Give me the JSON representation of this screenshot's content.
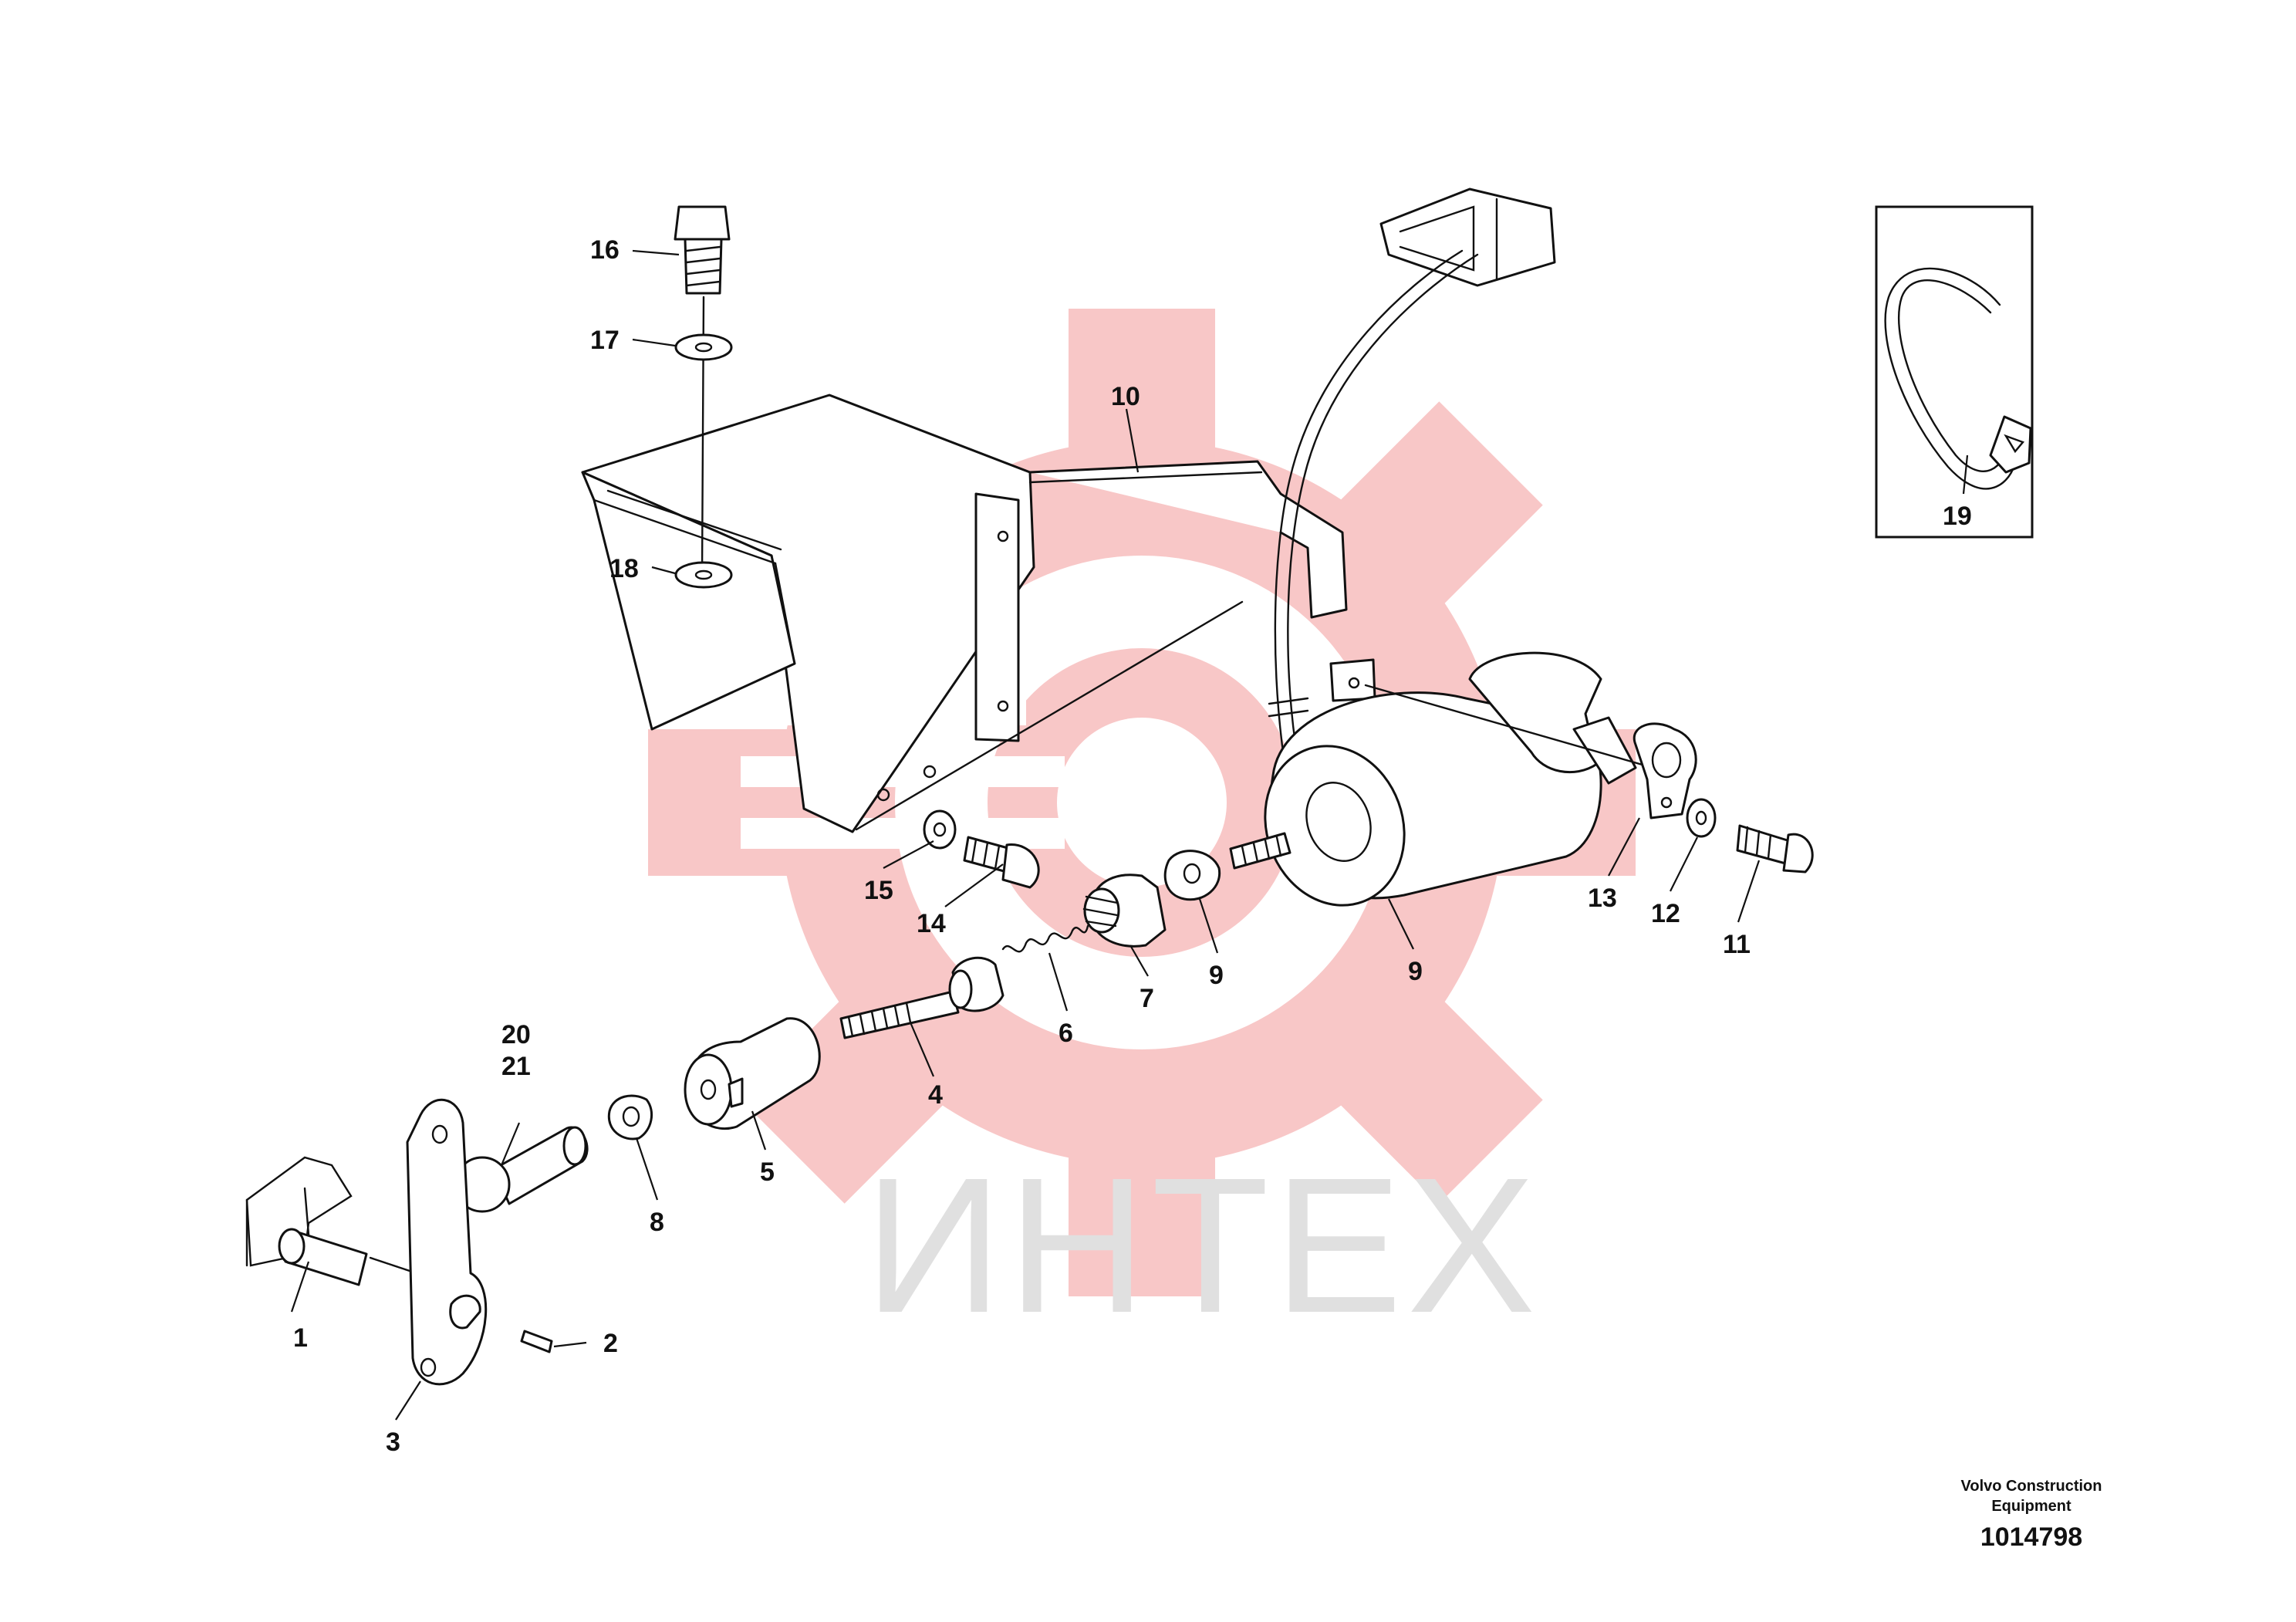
{
  "diagram": {
    "callouts": [
      "1",
      "2",
      "3",
      "4",
      "5",
      "6",
      "7",
      "8",
      "9",
      "9",
      "10",
      "11",
      "12",
      "13",
      "14",
      "15",
      "16",
      "17",
      "18",
      "19",
      "20",
      "21"
    ],
    "inset_callout": "19",
    "brand_line1": "Volvo Construction",
    "brand_line2": "Equipment",
    "drawing_number": "1014798",
    "watermark_text": "ИНТЕХ",
    "watermark_color": "#f7b4b4",
    "line_color": "#111111"
  }
}
